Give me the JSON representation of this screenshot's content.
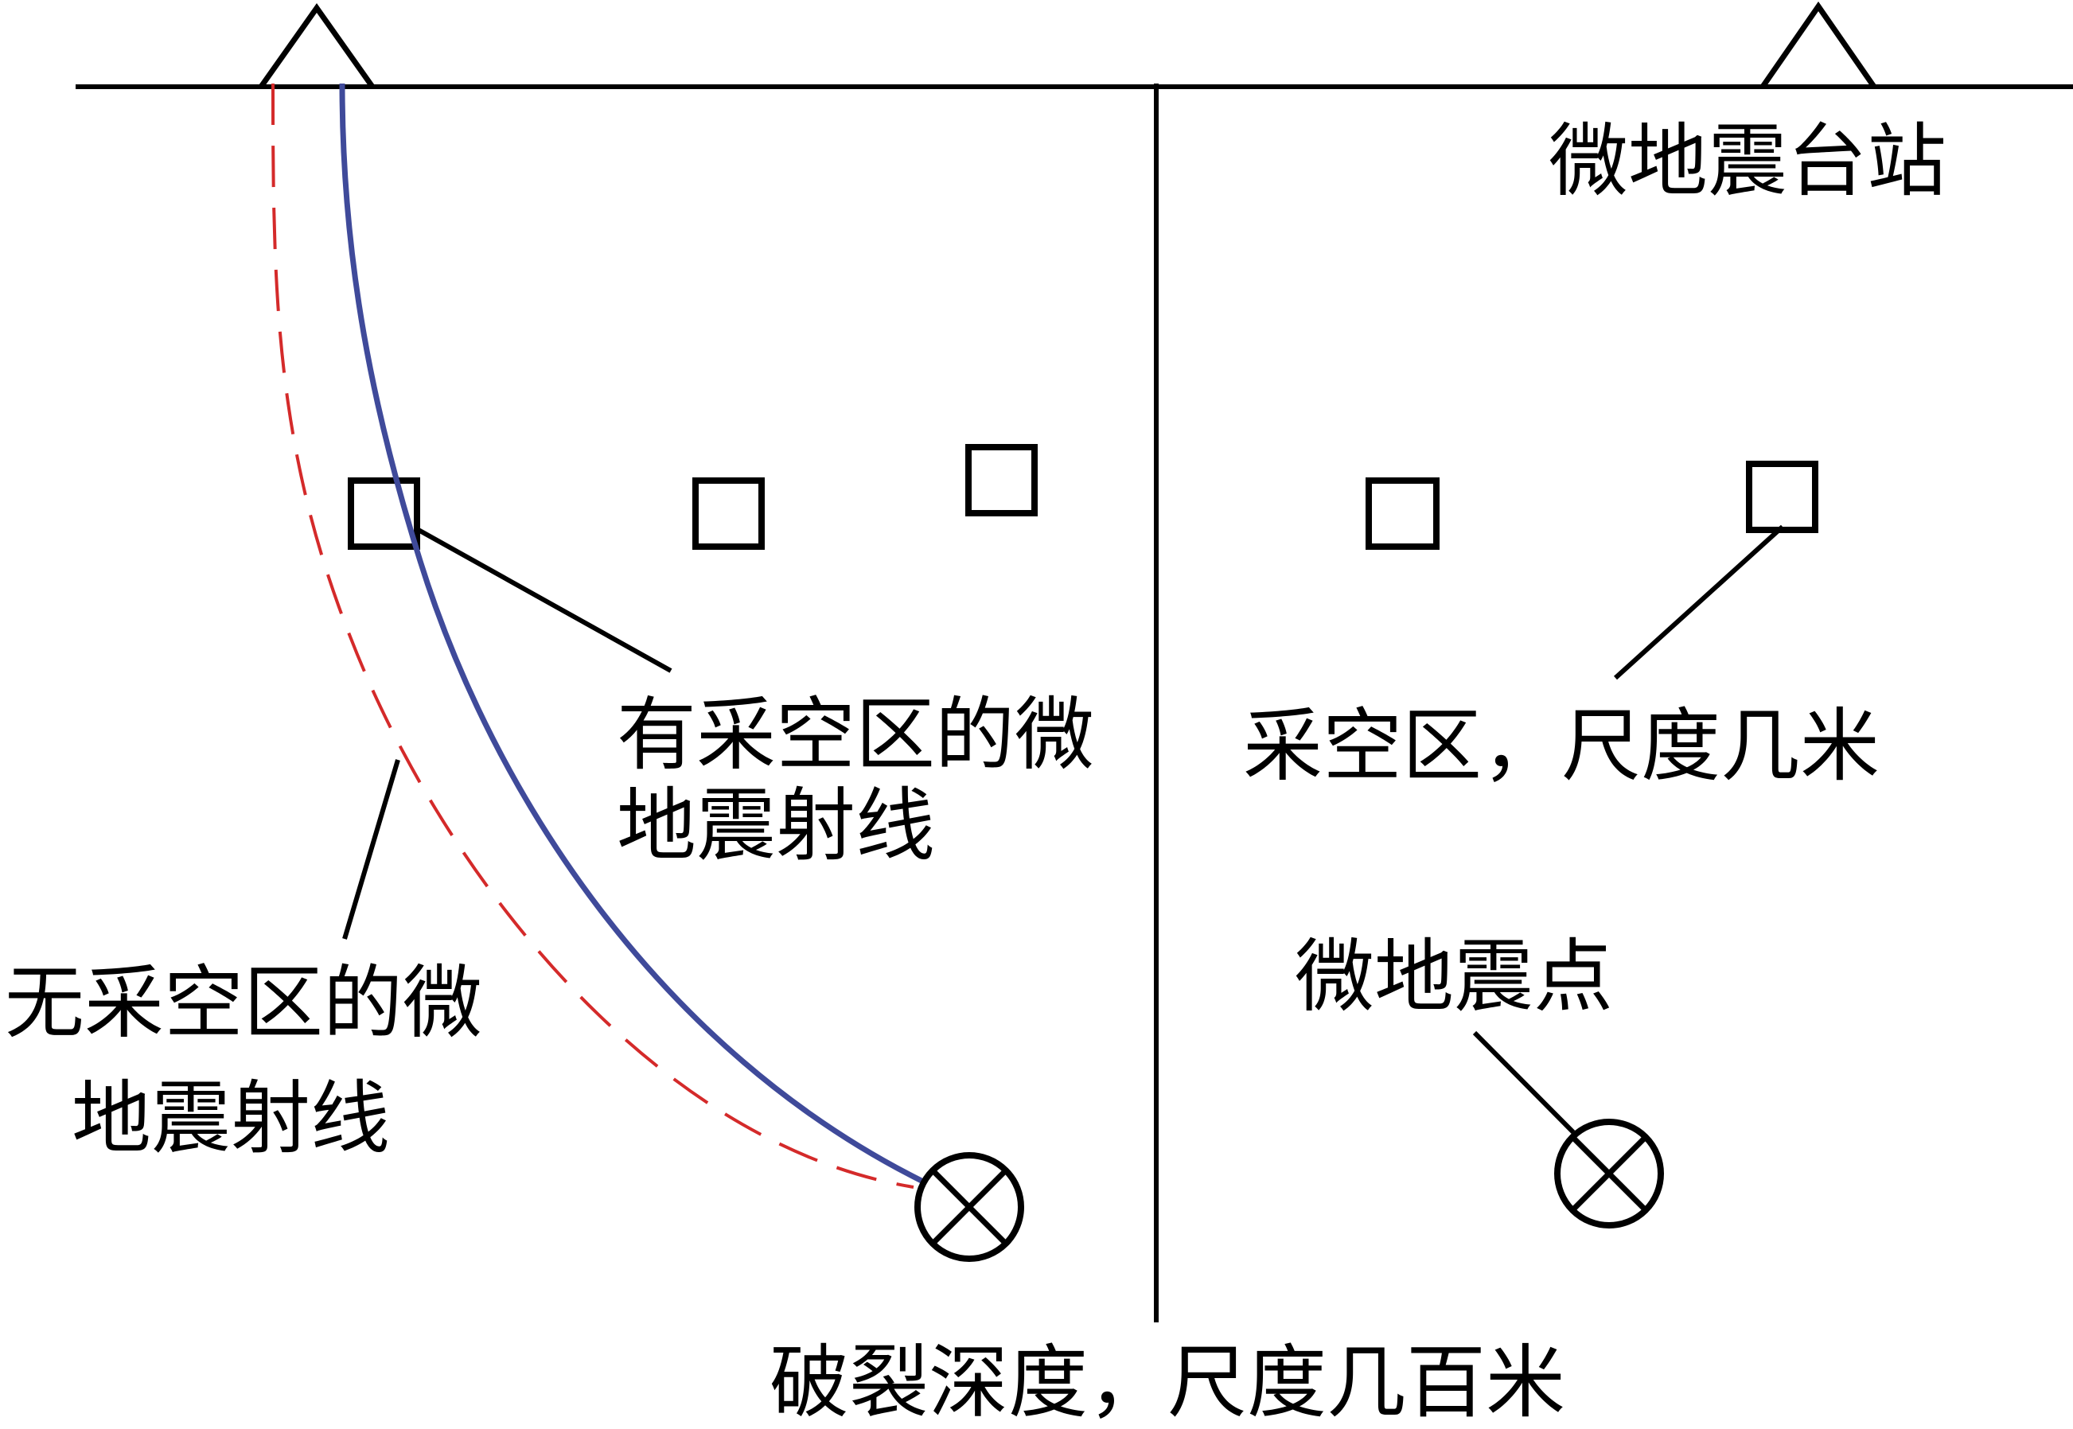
{
  "labels": {
    "station": "微地震台站",
    "ray_with_goaf_line1": "有采空区的微",
    "ray_with_goaf_line2": "地震射线",
    "ray_without_goaf_line1": "无采空区的微",
    "ray_without_goaf_line2": "地震射线",
    "goaf_scale": "采空区，尺度几米",
    "event": "微地震点",
    "rupture_depth": "破裂深度，尺度几百米"
  },
  "colors": {
    "line": "#000000",
    "ray_with_goaf": "#3f4a9a",
    "ray_without_goaf": "#d42a2a",
    "background": "#ffffff"
  },
  "legend": {
    "ray_with_goaf_style": "solid",
    "ray_without_goaf_style": "dashed"
  },
  "icons": {
    "station": "triangle",
    "goaf": "square",
    "event": "circled-x"
  }
}
